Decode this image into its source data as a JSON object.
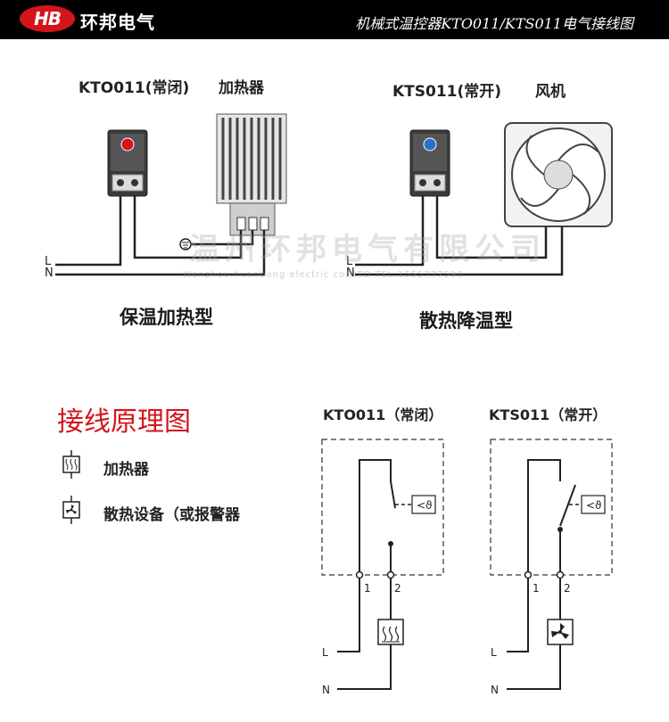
{
  "header": {
    "logo_mark": "HB",
    "brand": "环邦电气",
    "title": "机械式温控器KTO011/KTS011电气接线图"
  },
  "top_left": {
    "thermostat_label": "KTO011(常闭)",
    "device_label": "加热器",
    "caption": "保温加热型",
    "wire_L": "L",
    "wire_N": "N"
  },
  "top_right": {
    "thermostat_label": "KTS011(常开)",
    "device_label": "风机",
    "caption": "散热降温型",
    "wire_L": "L",
    "wire_N": "N"
  },
  "watermark": {
    "line1": "温州环邦电气有限公司",
    "line2": "Wenzhou huanbang electric co.,LTD  TEL:1555777590"
  },
  "wiring": {
    "title": "接线原理图",
    "legend": [
      {
        "icon": "heater-symbol-icon",
        "label": "加热器"
      },
      {
        "icon": "fan-symbol-icon",
        "label": "散热设备（或报警器"
      }
    ]
  },
  "schematics": [
    {
      "title": "KTO011（常闭）",
      "terminal_1": "1",
      "terminal_2": "2",
      "temp_symbol": "<ϑ",
      "line_L": "L",
      "line_N": "N"
    },
    {
      "title": "KTS011（常开）",
      "terminal_1": "1",
      "terminal_2": "2",
      "temp_symbol": "<ϑ",
      "line_L": "L",
      "line_N": "N"
    }
  ]
}
